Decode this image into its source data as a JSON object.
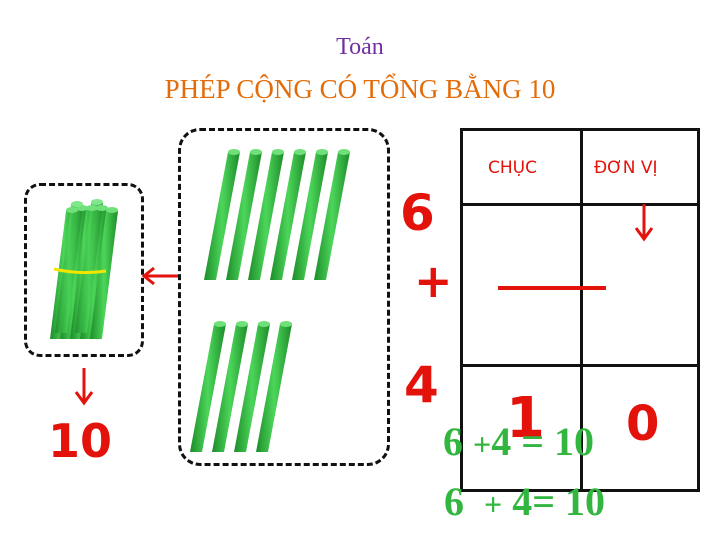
{
  "subject": "Toán",
  "title": "PHÉP CỘNG CÓ TỔNG BẰNG 10",
  "left_number": "10",
  "operand_a": "6",
  "operator": "+",
  "operand_b": "4",
  "table": {
    "col_tens": "CHỤC",
    "col_units": "ĐƠN VỊ"
  },
  "result_digits": {
    "tens": "1",
    "units": "0"
  },
  "equation_line1": {
    "a": "6",
    "plus": "+",
    "b": "4",
    "eq": "=",
    "result": "10"
  },
  "equation_line2": {
    "a": "6",
    "plus": "+",
    "b": "4",
    "eq": "=",
    "result": "10"
  },
  "colors": {
    "red": "#E3120B",
    "green": "#33B640",
    "purple": "#7030A0",
    "orange": "#E36C09"
  }
}
